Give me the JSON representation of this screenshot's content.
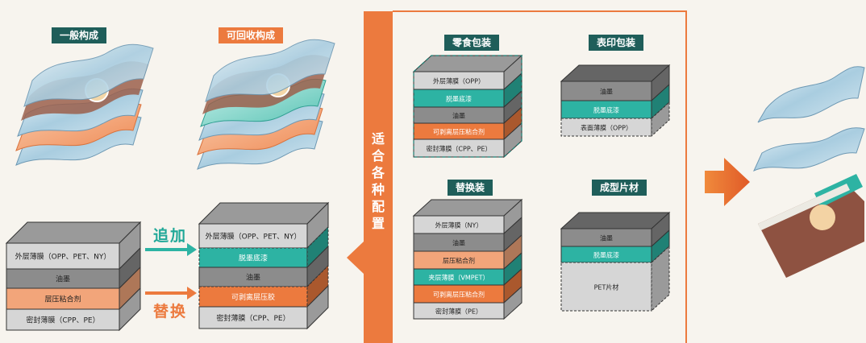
{
  "conventional": {
    "title": "一般构成",
    "layers": [
      "外层薄膜（OPP、PET、NY）",
      "油墨",
      "层压粘合剂",
      "密封薄膜（CPP、PE）"
    ]
  },
  "recyclable": {
    "title": "可回收构成",
    "layers": [
      "外层薄膜（OPP、PET、NY）",
      "脱墨底漆",
      "油墨",
      "可剥离层压胶",
      "密封薄膜（CPP、PE）"
    ]
  },
  "actions": {
    "add": "追加",
    "replace": "替换"
  },
  "applicable_label": "适合各种配置",
  "snack_pack": {
    "title": "零食包装",
    "layers": [
      "外层薄膜（OPP）",
      "脱墨底漆",
      "油墨",
      "可剥离层压粘合剂",
      "密封薄膜（CPP、PE）"
    ]
  },
  "surface_print": {
    "title": "表印包装",
    "layers": [
      "油墨",
      "脱墨底漆",
      "表面薄膜（OPP）"
    ]
  },
  "refill_pack": {
    "title": "替换装",
    "layers": [
      "外层薄膜（NY）",
      "油墨",
      "层压粘合剂",
      "夹层薄膜（VMPET）",
      "可剥离层压粘合剂",
      "密封薄膜（PE）"
    ]
  },
  "molded_sheet": {
    "title": "成型片材",
    "layers": [
      "油墨",
      "脱墨底漆",
      "PET片材"
    ]
  },
  "colors": {
    "teal": "#2db3a3",
    "orange": "#ec7a3e",
    "dark_green": "#1f5e5a",
    "gray": "#8c8c8c",
    "light_gray": "#d6d6d6",
    "peach": "#f2a57a"
  }
}
